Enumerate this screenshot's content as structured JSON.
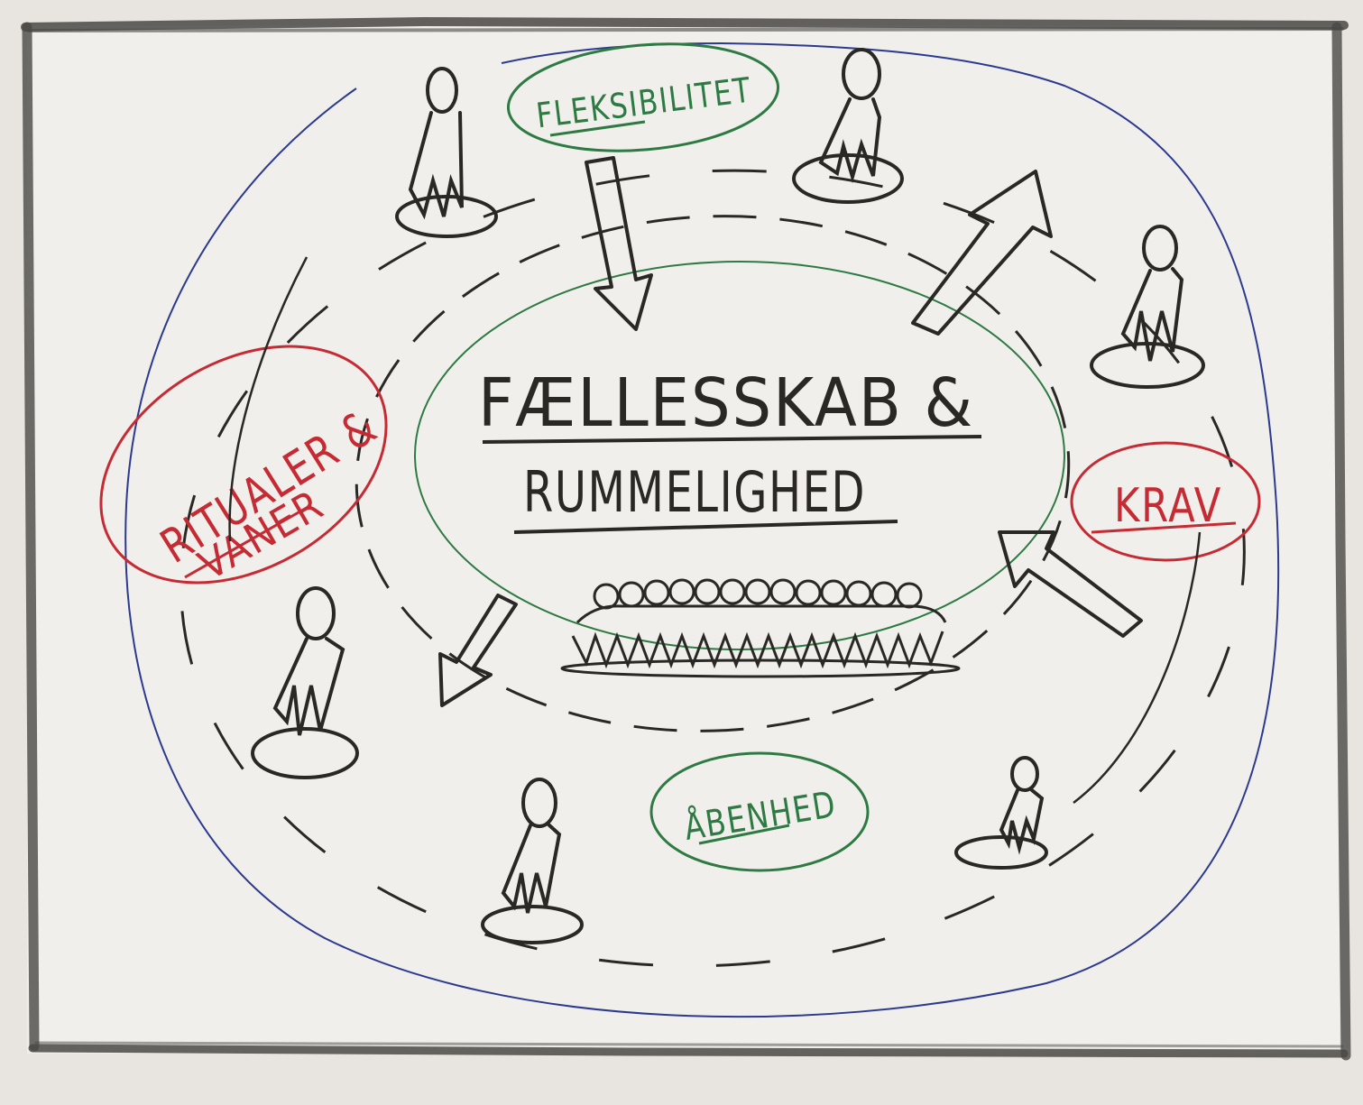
{
  "center": {
    "line1": "FÆLLESSKAB &",
    "line2": "RUMMELIGHED"
  },
  "labels": {
    "top": "FLEKSIBILITET",
    "left_line1": "RITUALER &",
    "left_line2": "VANER",
    "right": "KRAV",
    "bottom": "ÅBENHED"
  },
  "colors": {
    "paper": "#f1efec",
    "ink": "#2a2824",
    "green": "#2e7a43",
    "red": "#c62b34",
    "blue": "#2b3a8f",
    "frame": "#4a4945"
  }
}
